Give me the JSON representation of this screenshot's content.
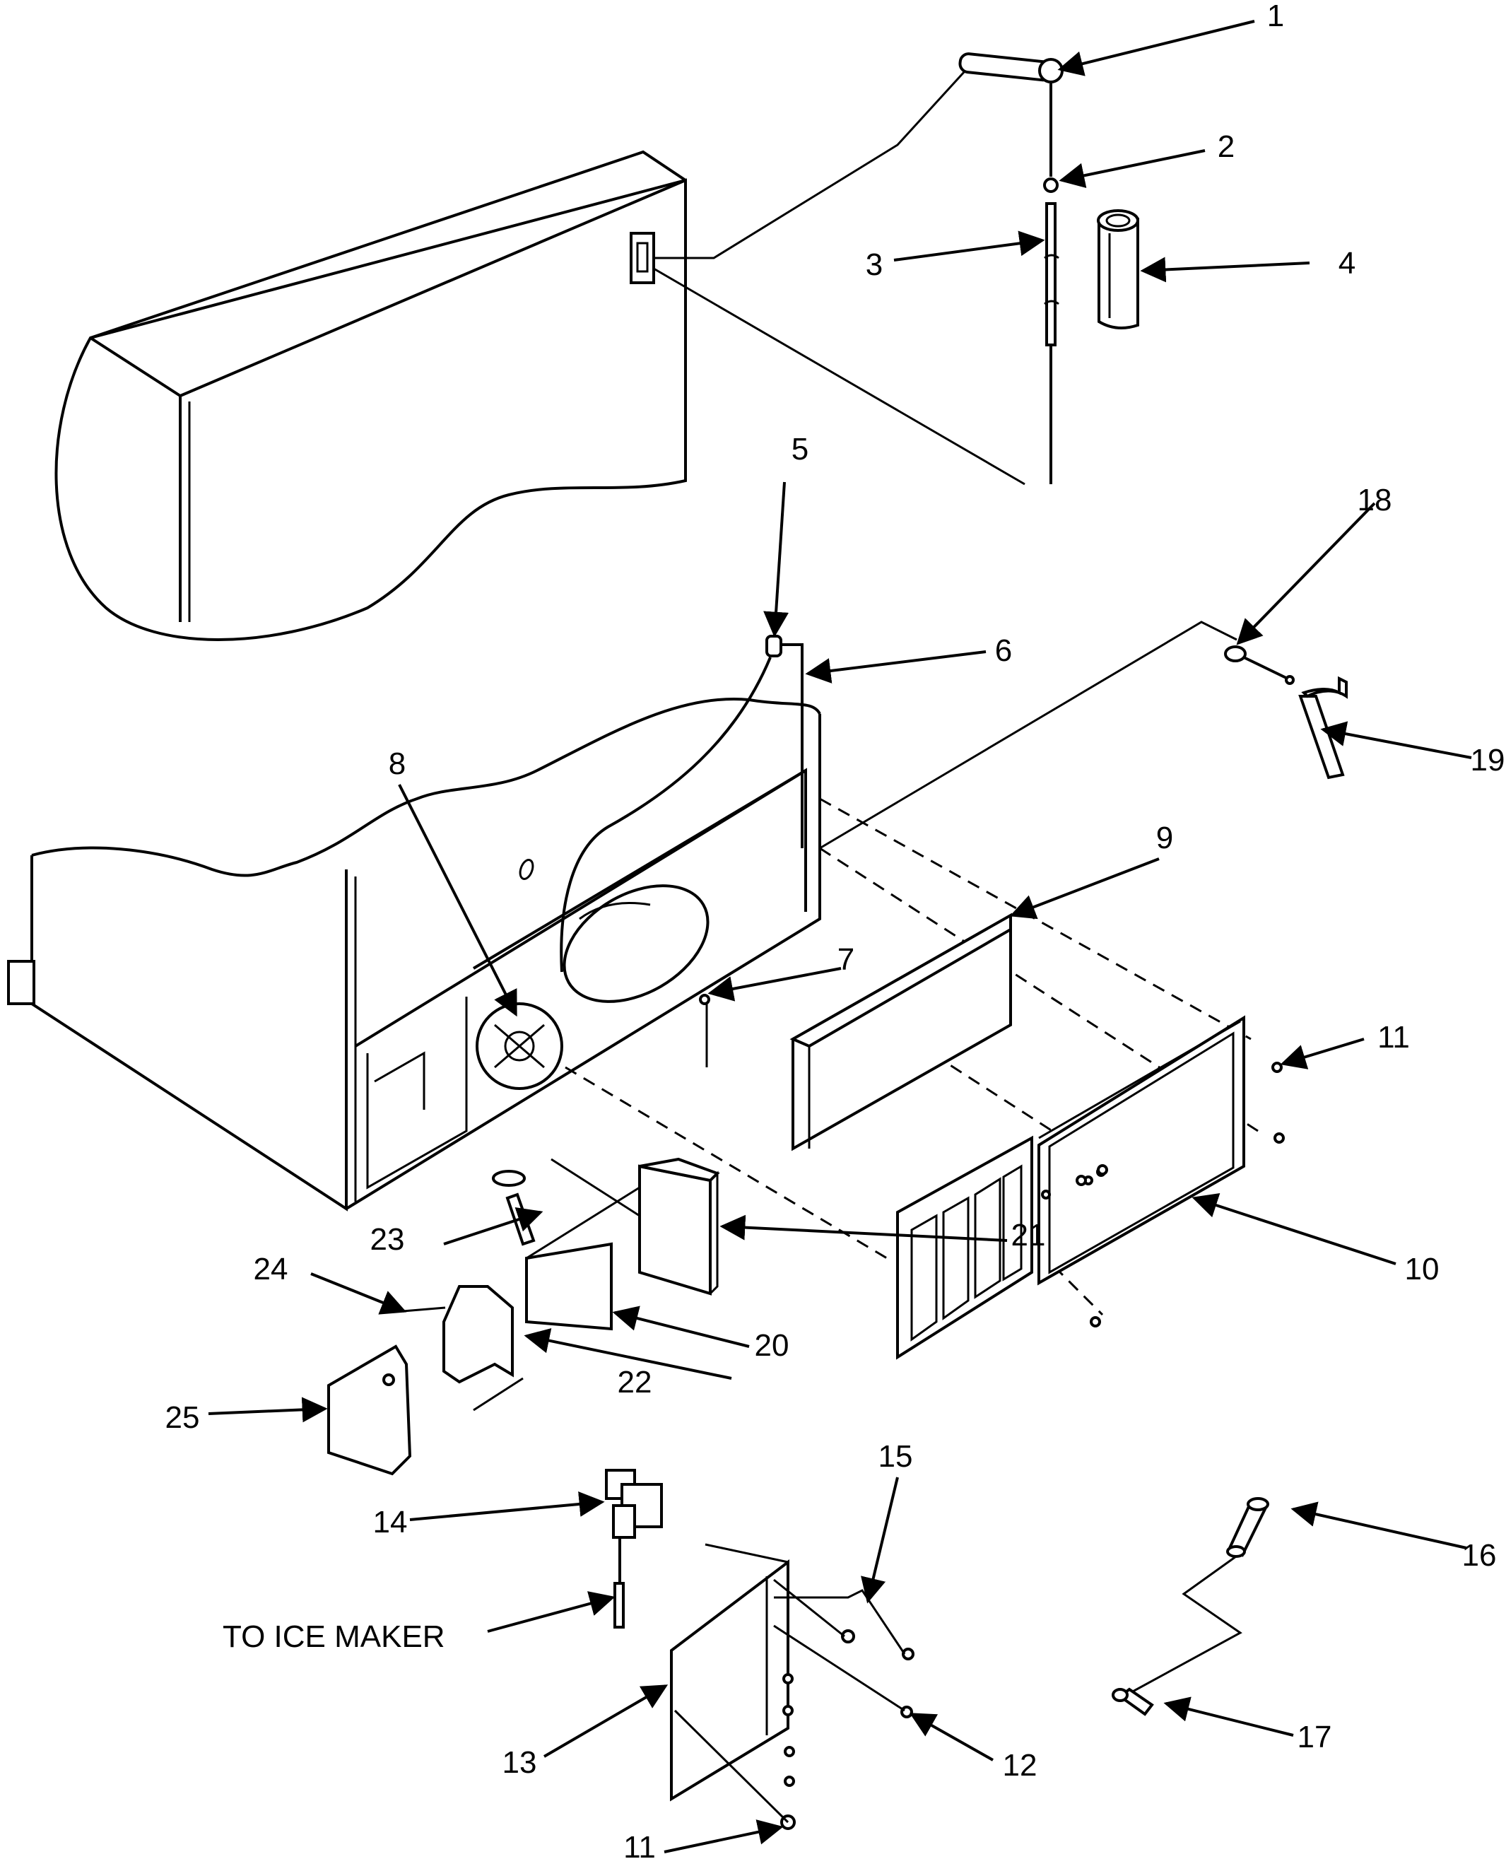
{
  "callouts": [
    {
      "id": "c1",
      "text": "1"
    },
    {
      "id": "c2",
      "text": "2"
    },
    {
      "id": "c3",
      "text": "3"
    },
    {
      "id": "c4",
      "text": "4"
    },
    {
      "id": "c5",
      "text": "5"
    },
    {
      "id": "c6",
      "text": "6"
    },
    {
      "id": "c7",
      "text": "7"
    },
    {
      "id": "c8",
      "text": "8"
    },
    {
      "id": "c9",
      "text": "9"
    },
    {
      "id": "c10",
      "text": "10"
    },
    {
      "id": "c11a",
      "text": "11"
    },
    {
      "id": "c11b",
      "text": "11"
    },
    {
      "id": "c12",
      "text": "12"
    },
    {
      "id": "c13",
      "text": "13"
    },
    {
      "id": "c14",
      "text": "14"
    },
    {
      "id": "c15",
      "text": "15"
    },
    {
      "id": "c16",
      "text": "16"
    },
    {
      "id": "c17",
      "text": "17"
    },
    {
      "id": "c18",
      "text": "18"
    },
    {
      "id": "c19",
      "text": "19"
    },
    {
      "id": "c20",
      "text": "20"
    },
    {
      "id": "c21",
      "text": "21"
    },
    {
      "id": "c22",
      "text": "22"
    },
    {
      "id": "c23",
      "text": "23"
    },
    {
      "id": "c24",
      "text": "24"
    },
    {
      "id": "c25",
      "text": "25"
    }
  ],
  "notes": {
    "to_ice_maker": "TO ICE MAKER"
  }
}
